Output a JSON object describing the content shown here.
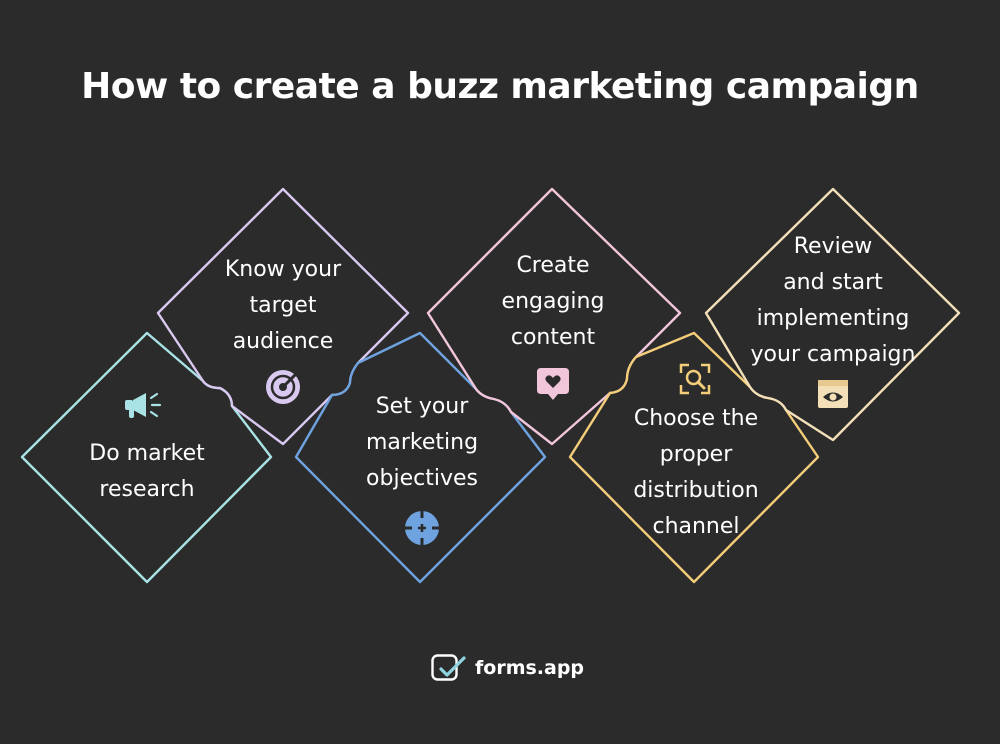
{
  "title": "How to create a buzz marketing campaign",
  "steps": [
    {
      "label": "Do market\nresearch",
      "icon": "megaphone-icon",
      "color": "#a9e3e6"
    },
    {
      "label": "Know your\ntarget\naudience",
      "icon": "target-arrow-icon",
      "color": "#d9c8ef"
    },
    {
      "label": "Set your\nmarketing\nobjectives",
      "icon": "crosshair-icon",
      "color": "#6fa3e0"
    },
    {
      "label": "Create\nengaging\ncontent",
      "icon": "heart-chat-icon",
      "color": "#f1c6db"
    },
    {
      "label": "Choose the\nproper\ndistribution\nchannel",
      "icon": "search-icon",
      "color": "#f3cd79"
    },
    {
      "label": "Review\nand start\nimplementing\nyour campaign",
      "icon": "eye-icon",
      "color": "#f4e0b8"
    }
  ],
  "brand": {
    "name_main": "forms",
    "name_dot": ".app",
    "accent": "#8fd3df"
  }
}
